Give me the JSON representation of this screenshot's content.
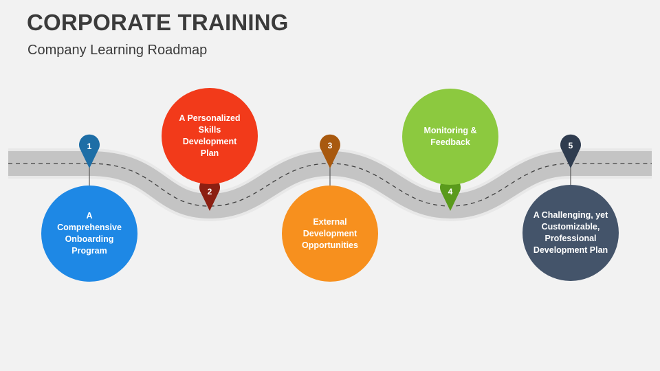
{
  "header": {
    "title": "CORPORATE TRAINING",
    "subtitle": "Company Learning Roadmap"
  },
  "steps": [
    {
      "number": "1",
      "label": "A Comprehensive Onboarding Program",
      "circle_color": "#1e88e5",
      "pin_color": "#1e6ea6"
    },
    {
      "number": "2",
      "label": "A Personalized Skills Development Plan",
      "circle_color": "#f23a1a",
      "pin_color": "#8c1f12"
    },
    {
      "number": "3",
      "label": "External Development Opportunities",
      "circle_color": "#f7901e",
      "pin_color": "#a8590f"
    },
    {
      "number": "4",
      "label": "Monitoring & Feedback",
      "circle_color": "#8cc93f",
      "pin_color": "#5a9a1c"
    },
    {
      "number": "5",
      "label": "A Challenging, yet Customizable, Professional Development Plan",
      "circle_color": "#44546a",
      "pin_color": "#2f3c4f"
    }
  ],
  "colors": {
    "background": "#f2f2f2",
    "road": "#c4c4c4",
    "road_edge": "#e8e8e8",
    "dash": "#404040",
    "connector": "#555555"
  }
}
